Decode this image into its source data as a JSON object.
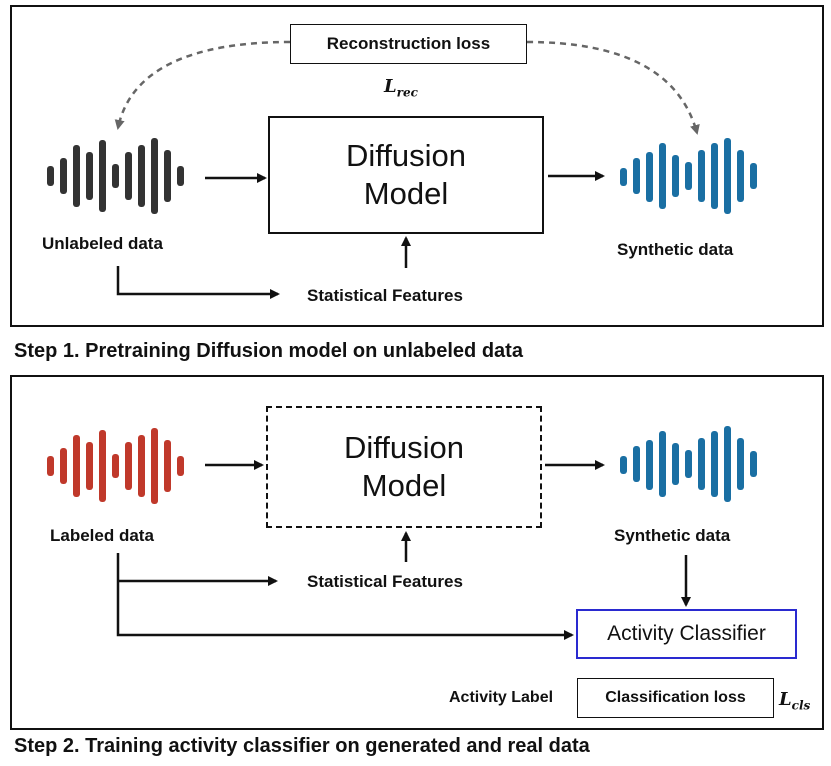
{
  "step1": {
    "caption": "Step 1. Pretraining Diffusion model on unlabeled data",
    "input_label": "Unlabeled data",
    "model_line1": "Diffusion",
    "model_line2": "Model",
    "output_label": "Synthetic data",
    "features_label": "Statistical Features",
    "loss_label": "Reconstruction loss",
    "loss_symbol": "L",
    "loss_subscript": "rec"
  },
  "step2": {
    "caption": "Step 2. Training activity classifier on generated and real data",
    "input_label": "Labeled data",
    "model_line1": "Diffusion",
    "model_line2": "Model",
    "output_label": "Synthetic data",
    "features_label": "Statistical Features",
    "classifier_label": "Activity Classifier",
    "activity_label": "Activity Label",
    "loss_label": "Classification loss",
    "loss_symbol": "L",
    "loss_subscript": "cls"
  },
  "colors": {
    "unlabeled_wave": "#333333",
    "labeled_wave": "#c0392b",
    "synthetic_wave": "#1a6fa3",
    "classifier_border": "#2a2ad0",
    "dashed_arrow": "#666666"
  }
}
